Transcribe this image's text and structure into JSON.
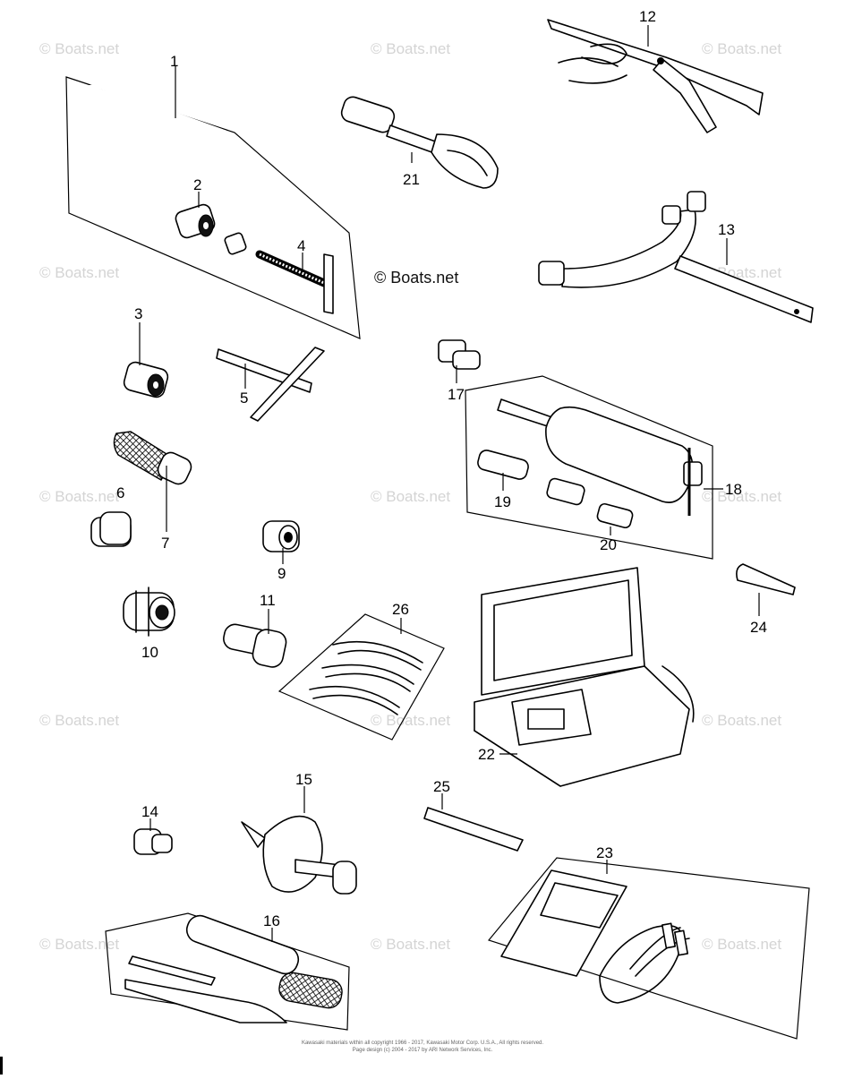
{
  "watermark": {
    "text": "© Boats.net",
    "main_text": "© Boats.net"
  },
  "copyright": {
    "line1": "Kawasaki materials within all copyright 1966 - 2017, Kawasaki Motor Corp. U.S.A., All rights reserved.",
    "line2": "Page design (c) 2004 - 2017 by ARI Network Services, Inc."
  },
  "callouts": {
    "c1": "1",
    "c2": "2",
    "c3": "3",
    "c4": "4",
    "c5": "5",
    "c6": "6",
    "c7": "7",
    "c9": "9",
    "c10": "10",
    "c11": "11",
    "c12": "12",
    "c13": "13",
    "c14": "14",
    "c15": "15",
    "c16": "16",
    "c17": "17",
    "c18": "18",
    "c19": "19",
    "c20": "20",
    "c21": "21",
    "c22": "22",
    "c23": "23",
    "c24": "24",
    "c25": "25",
    "c26": "26"
  },
  "colors": {
    "line": "#000000",
    "background": "#ffffff",
    "watermark": "#d4d4d4"
  }
}
